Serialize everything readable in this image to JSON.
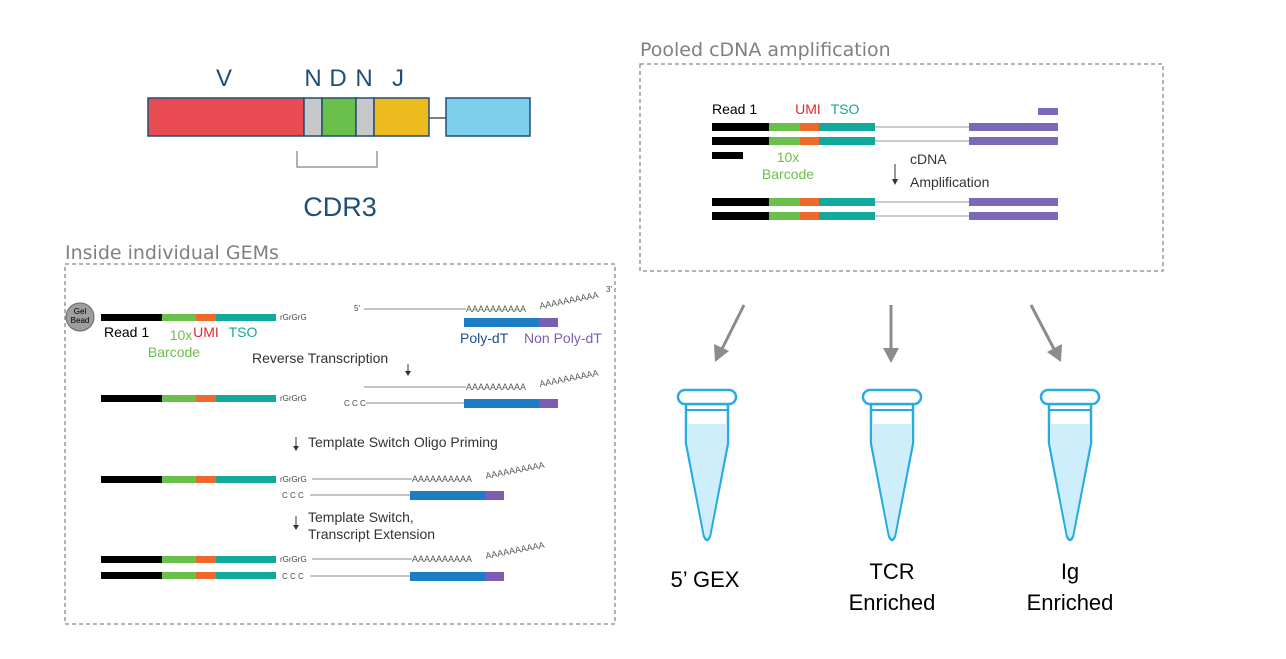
{
  "vdj": {
    "labels": [
      "V",
      "N",
      "D",
      "N",
      "J"
    ],
    "bracket_label": "CDR3"
  },
  "gems": {
    "title": "Inside individual GEMs",
    "gel_bead": [
      "Gel",
      "Bead"
    ],
    "read1": "Read 1",
    "barcode": [
      "10x",
      "Barcode"
    ],
    "umi": "UMI",
    "tso": "TSO",
    "rgrgrg": "rGrGrG",
    "five_prime": "5'",
    "three_prime": "3'",
    "poly_a": "AAAAAAAAAA",
    "poly_dt": "Poly-dT",
    "non_poly_dt": "Non Poly-dT",
    "ccc": "C C C",
    "steps": {
      "reverse_transcription": "Reverse Transcription",
      "tso_priming": "Template Switch Oligo Priming",
      "template_switch": [
        "Template Switch,",
        "Transcript Extension"
      ]
    }
  },
  "pooled": {
    "title": "Pooled cDNA amplification",
    "read1": "Read 1",
    "umi": "UMI",
    "tso": "TSO",
    "barcode": [
      "10x",
      "Barcode"
    ],
    "amplification": [
      "cDNA",
      "Amplification"
    ]
  },
  "tubes": [
    {
      "label": [
        "5’ GEX"
      ]
    },
    {
      "label": [
        "TCR",
        "Enriched"
      ]
    },
    {
      "label": [
        "Ig",
        "Enriched"
      ]
    }
  ],
  "colors": {
    "v_segment": "#E84B51",
    "n_segment": "#C6C8CA",
    "d_segment": "#6BBF4B",
    "j_segment": "#EEBB1F",
    "c_segment": "#7DCFEC",
    "read1": "#000000",
    "barcode": "#6BBF4B",
    "umi": "#EE6A2B",
    "tso": "#10A99A",
    "poly_dt": "#1C7DC4",
    "non_poly_dt": "#7B5EB1",
    "pooled_end": "#7B68B8",
    "cdr3_text": "#1F4E79",
    "tube": "#29ABE2"
  }
}
